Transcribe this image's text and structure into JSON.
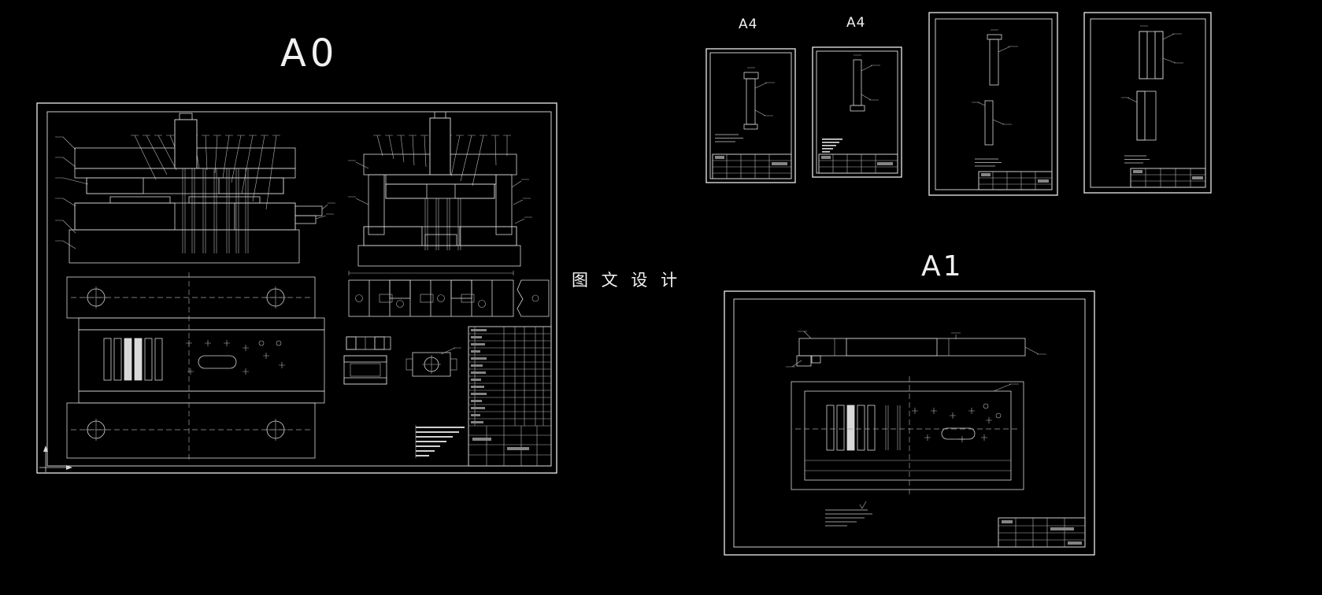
{
  "workspace": {
    "background_color": "#000000",
    "line_color": "#d8d8d8"
  },
  "labels": {
    "sheet_a0": "A0",
    "sheet_a4_first": "A4",
    "sheet_a4_second": "A4",
    "sheet_a1": "A1",
    "center_caption": "图 文 设 计"
  }
}
